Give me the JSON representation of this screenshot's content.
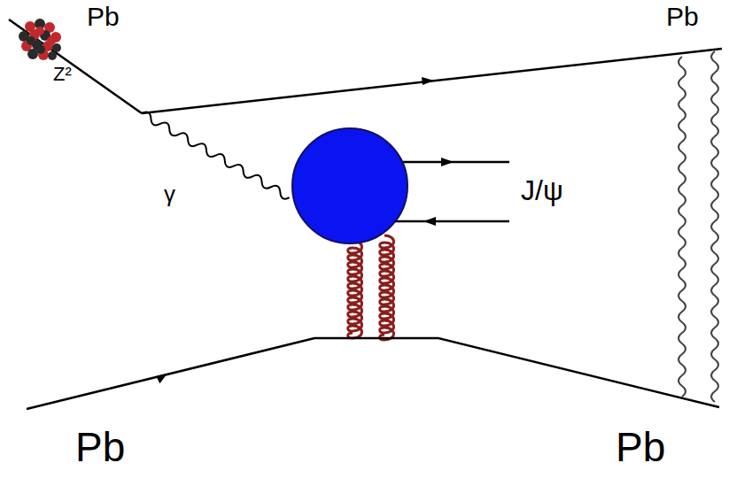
{
  "diagram": {
    "labels": [
      "Pb",
      "Z²",
      "γ",
      "Pb",
      "J/ψ",
      "Pb",
      "Pb"
    ]
  }
}
